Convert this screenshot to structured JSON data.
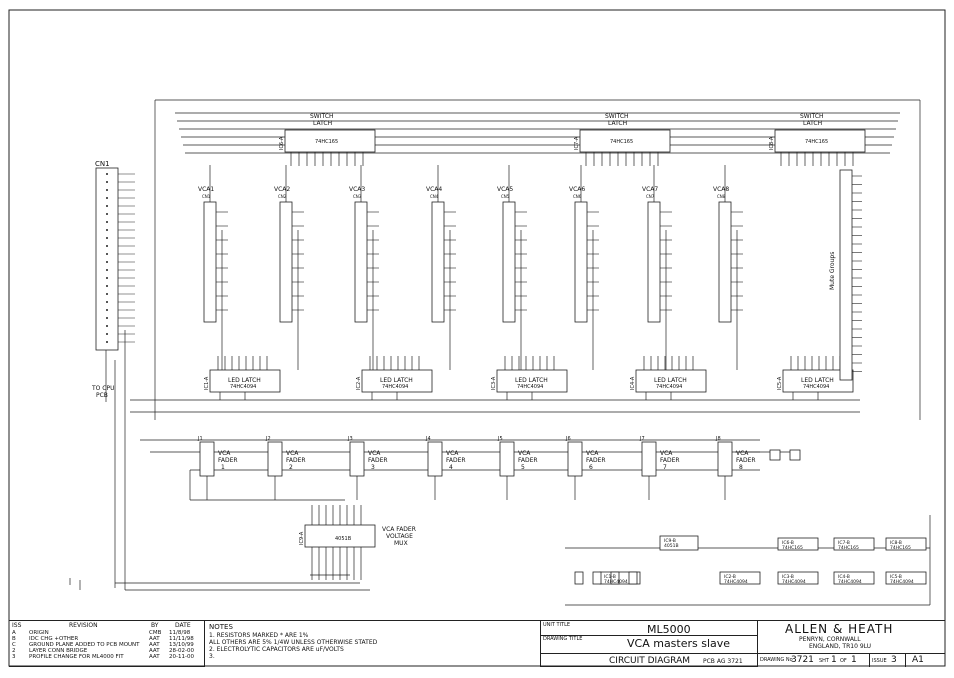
{
  "connector": {
    "name": "CN1",
    "note": "TO CPU",
    "note2": "PCB"
  },
  "switch_latches": [
    {
      "ref": "IC6-A",
      "title": "SWITCH",
      "title2": "LATCH",
      "part": "74HC165"
    },
    {
      "ref": "IC7-A",
      "title": "SWITCH",
      "title2": "LATCH",
      "part": "74HC165"
    },
    {
      "ref": "IC8-A",
      "title": "SWITCH",
      "title2": "LATCH",
      "part": "74HC165"
    }
  ],
  "vca_connectors": [
    {
      "name": "VCA1",
      "cn": "CN1"
    },
    {
      "name": "VCA2",
      "cn": "CN2"
    },
    {
      "name": "VCA3",
      "cn": "CN3"
    },
    {
      "name": "VCA4",
      "cn": "CN4"
    },
    {
      "name": "VCA5",
      "cn": "CN5"
    },
    {
      "name": "VCA6",
      "cn": "CN6"
    },
    {
      "name": "VCA7",
      "cn": "CN7"
    },
    {
      "name": "VCA8",
      "cn": "CN8"
    }
  ],
  "led_latches": [
    {
      "ref": "IC1-A",
      "title": "LED LATCH",
      "part": "74HC4094"
    },
    {
      "ref": "IC2-A",
      "title": "LED LATCH",
      "part": "74HC4094"
    },
    {
      "ref": "IC3-A",
      "title": "LED LATCH",
      "part": "74HC4094"
    },
    {
      "ref": "IC4-A",
      "title": "LED LATCH",
      "part": "74HC4094"
    },
    {
      "ref": "IC5-A",
      "title": "LED LATCH",
      "part": "74HC4094"
    }
  ],
  "mute_groups": "Mute Groups",
  "faders": [
    {
      "j": "J1",
      "label": "VCA",
      "label2": "FADER",
      "num": "1"
    },
    {
      "j": "J2",
      "label": "VCA",
      "label2": "FADER",
      "num": "2"
    },
    {
      "j": "J3",
      "label": "VCA",
      "label2": "FADER",
      "num": "3"
    },
    {
      "j": "J4",
      "label": "VCA",
      "label2": "FADER",
      "num": "4"
    },
    {
      "j": "J5",
      "label": "VCA",
      "label2": "FADER",
      "num": "5"
    },
    {
      "j": "J6",
      "label": "VCA",
      "label2": "FADER",
      "num": "6"
    },
    {
      "j": "J7",
      "label": "VCA",
      "label2": "FADER",
      "num": "7"
    },
    {
      "j": "J8",
      "label": "VCA",
      "label2": "FADER",
      "num": "8"
    }
  ],
  "mux": {
    "ref": "IC9-A",
    "part": "4051B",
    "title": "VCA FADER",
    "title2": "VOLTAGE",
    "title3": "MUX"
  },
  "power_ics": [
    {
      "ref": "IC9-B",
      "part": "4051B"
    },
    {
      "ref": "IC6-B",
      "part": "74HC165"
    },
    {
      "ref": "IC7-B",
      "part": "74HC165"
    },
    {
      "ref": "IC8-B",
      "part": "74HC165"
    },
    {
      "ref": "IC1-B",
      "part": "74HC4094"
    },
    {
      "ref": "IC2-B",
      "part": "74HC4094"
    },
    {
      "ref": "IC3-B",
      "part": "74HC4094"
    },
    {
      "ref": "IC4-B",
      "part": "74HC4094"
    },
    {
      "ref": "IC5-B",
      "part": "74HC4094"
    }
  ],
  "title_block": {
    "iss_header": "ISS",
    "revision_header": "REVISION",
    "by_header": "BY",
    "date_header": "DATE",
    "revisions": [
      {
        "iss": "A",
        "text": "ORIGIN",
        "by": "CMB",
        "date": "11/8/98"
      },
      {
        "iss": "B",
        "text": "IDC CHG +OTHER",
        "by": "AAT",
        "date": "11/11/98"
      },
      {
        "iss": "C",
        "text": "GROUND PLANE ADDED TO PCB MOUNT",
        "by": "AAT",
        "date": "13/10/99"
      },
      {
        "iss": "2",
        "text": "LAYER CONN BRIDGE",
        "by": "AAT",
        "date": "28-02-00"
      },
      {
        "iss": "3",
        "text": "PROFILE CHANGE FOR ML4000 FIT",
        "by": "AAT",
        "date": "20-11-00"
      }
    ],
    "notes_title": "NOTES",
    "notes": [
      "1. RESISTORS MARKED * ARE 1%",
      "   ALL OTHERS ARE 5% 1/4W UNLESS OTHERWISE STATED",
      "2. ELECTROLYTIC CAPACITORS ARE uF/VOLTS",
      "3."
    ],
    "unit_title_label": "UNIT TITLE",
    "unit_title": "ML5000",
    "drawing_title_label": "DRAWING TITLE",
    "drawing_title": "VCA masters slave",
    "circuit": "CIRCUIT DIAGRAM",
    "pcb": "PCB AG 3721",
    "company": "ALLEN & HEATH",
    "address1": "PENRYN, CORNWALL",
    "address2": "ENGLAND, TR10 9LU",
    "drawing_no_label": "DRAWING No",
    "drawing_no": "3721",
    "sht_label": "SHT",
    "sht": "1",
    "of_label": "OF",
    "of": "1",
    "issue_label": "ISSUE",
    "issue": "3",
    "size": "A1"
  }
}
